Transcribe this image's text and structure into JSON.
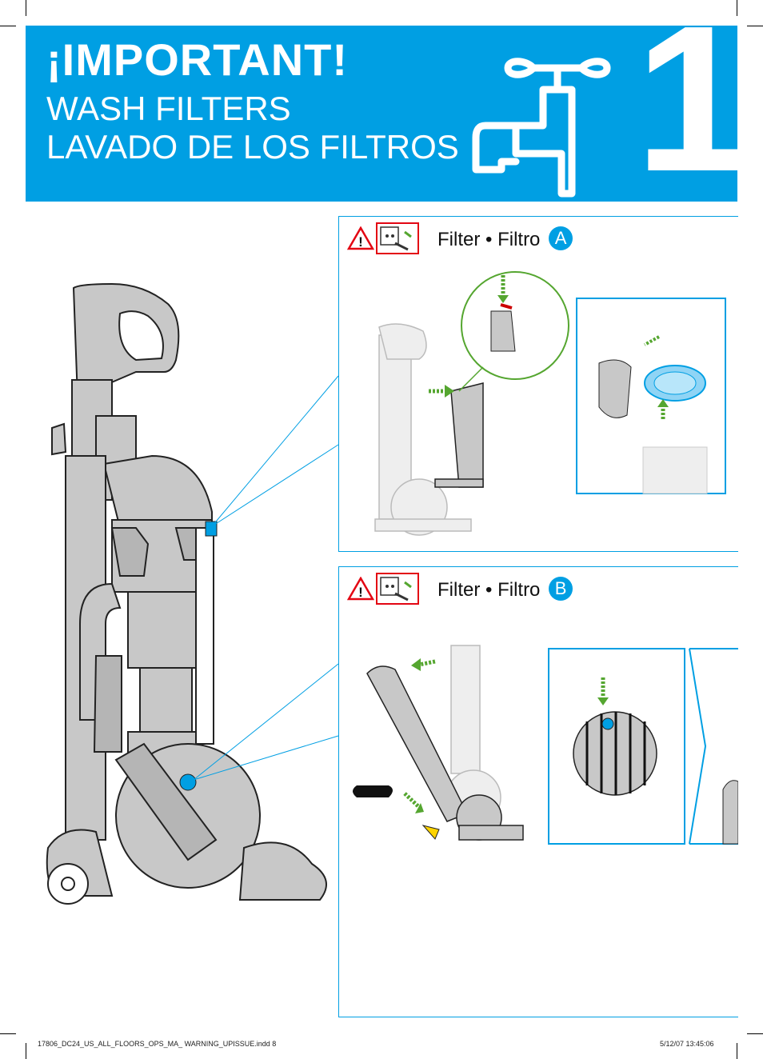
{
  "header": {
    "title": "¡IMPORTANT!",
    "line1": "WASH FILTERS",
    "line2": "LAVADO DE LOS FILTROS",
    "step_number": "1",
    "icon": "water-tap-icon"
  },
  "panels": [
    {
      "title": "Filter • Filtro",
      "badge": "A",
      "icons": [
        "warning-triangle-icon",
        "unplug-icon"
      ]
    },
    {
      "title": "Filter • Filtro",
      "badge": "B",
      "icons": [
        "warning-triangle-icon",
        "unplug-icon"
      ]
    }
  ],
  "footer": {
    "file": "17806_DC24_US_ALL_FLOORS_OPS_MA_ WARNING_UPISSUE.indd   8",
    "datetime": "5/12/07   13:45:06"
  },
  "colors": {
    "brand_blue": "#009fe3",
    "arrow_green": "#55a630",
    "warning_red": "#e30613",
    "vacuum_grey": "#c8c8c8",
    "pedal_yellow": "#ffd400"
  }
}
